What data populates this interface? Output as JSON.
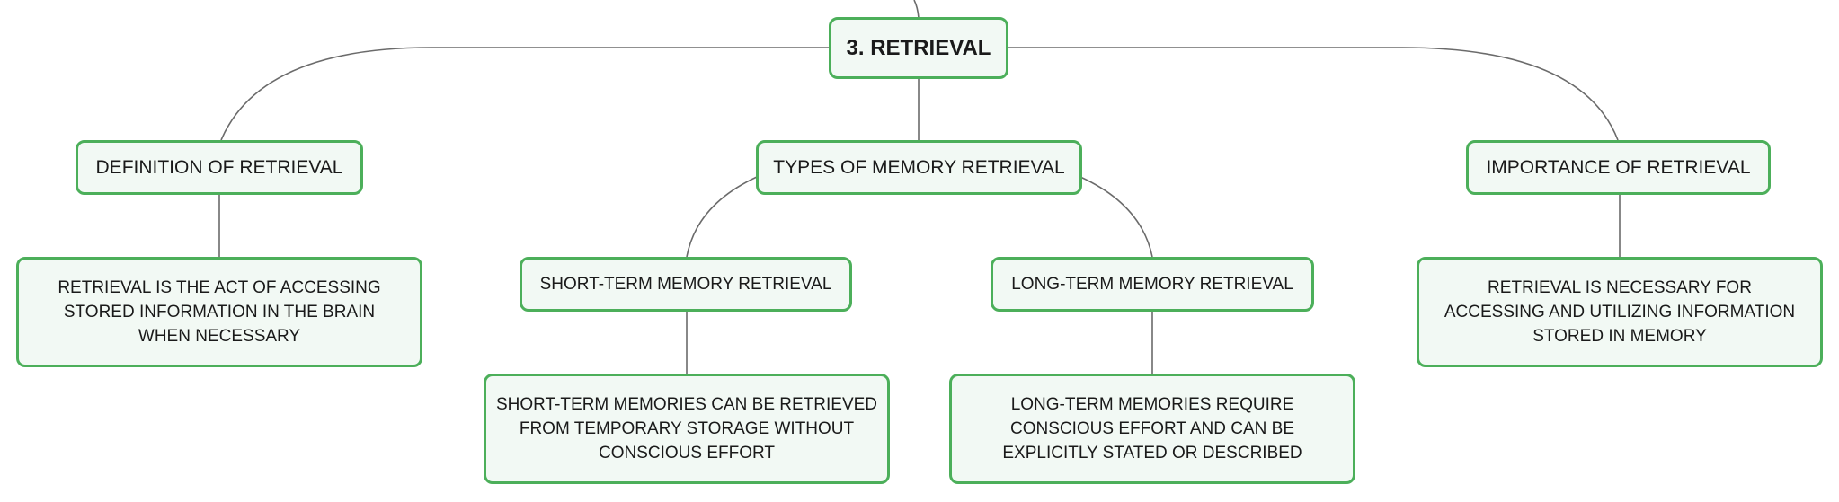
{
  "diagram": {
    "root": {
      "label": "3. RETRIEVAL"
    },
    "definition": {
      "label": "DEFINITION OF RETRIEVAL",
      "detail": "RETRIEVAL IS THE ACT OF ACCESSING STORED INFORMATION IN THE BRAIN WHEN NECESSARY"
    },
    "types": {
      "label": "TYPES OF MEMORY RETRIEVAL",
      "short_term": {
        "label": "SHORT-TERM MEMORY RETRIEVAL",
        "detail": "SHORT-TERM MEMORIES CAN BE RETRIEVED FROM TEMPORARY STORAGE WITHOUT CONSCIOUS EFFORT"
      },
      "long_term": {
        "label": "LONG-TERM MEMORY RETRIEVAL",
        "detail": "LONG-TERM MEMORIES REQUIRE CONSCIOUS EFFORT AND CAN BE EXPLICITLY STATED OR DESCRIBED"
      }
    },
    "importance": {
      "label": "IMPORTANCE OF RETRIEVAL",
      "detail": "RETRIEVAL IS NECESSARY FOR ACCESSING AND UTILIZING INFORMATION STORED IN MEMORY"
    },
    "colors": {
      "node_border": "#4caf5a",
      "node_fill": "#f2f9f4",
      "connector": "#6b6b6b"
    }
  }
}
